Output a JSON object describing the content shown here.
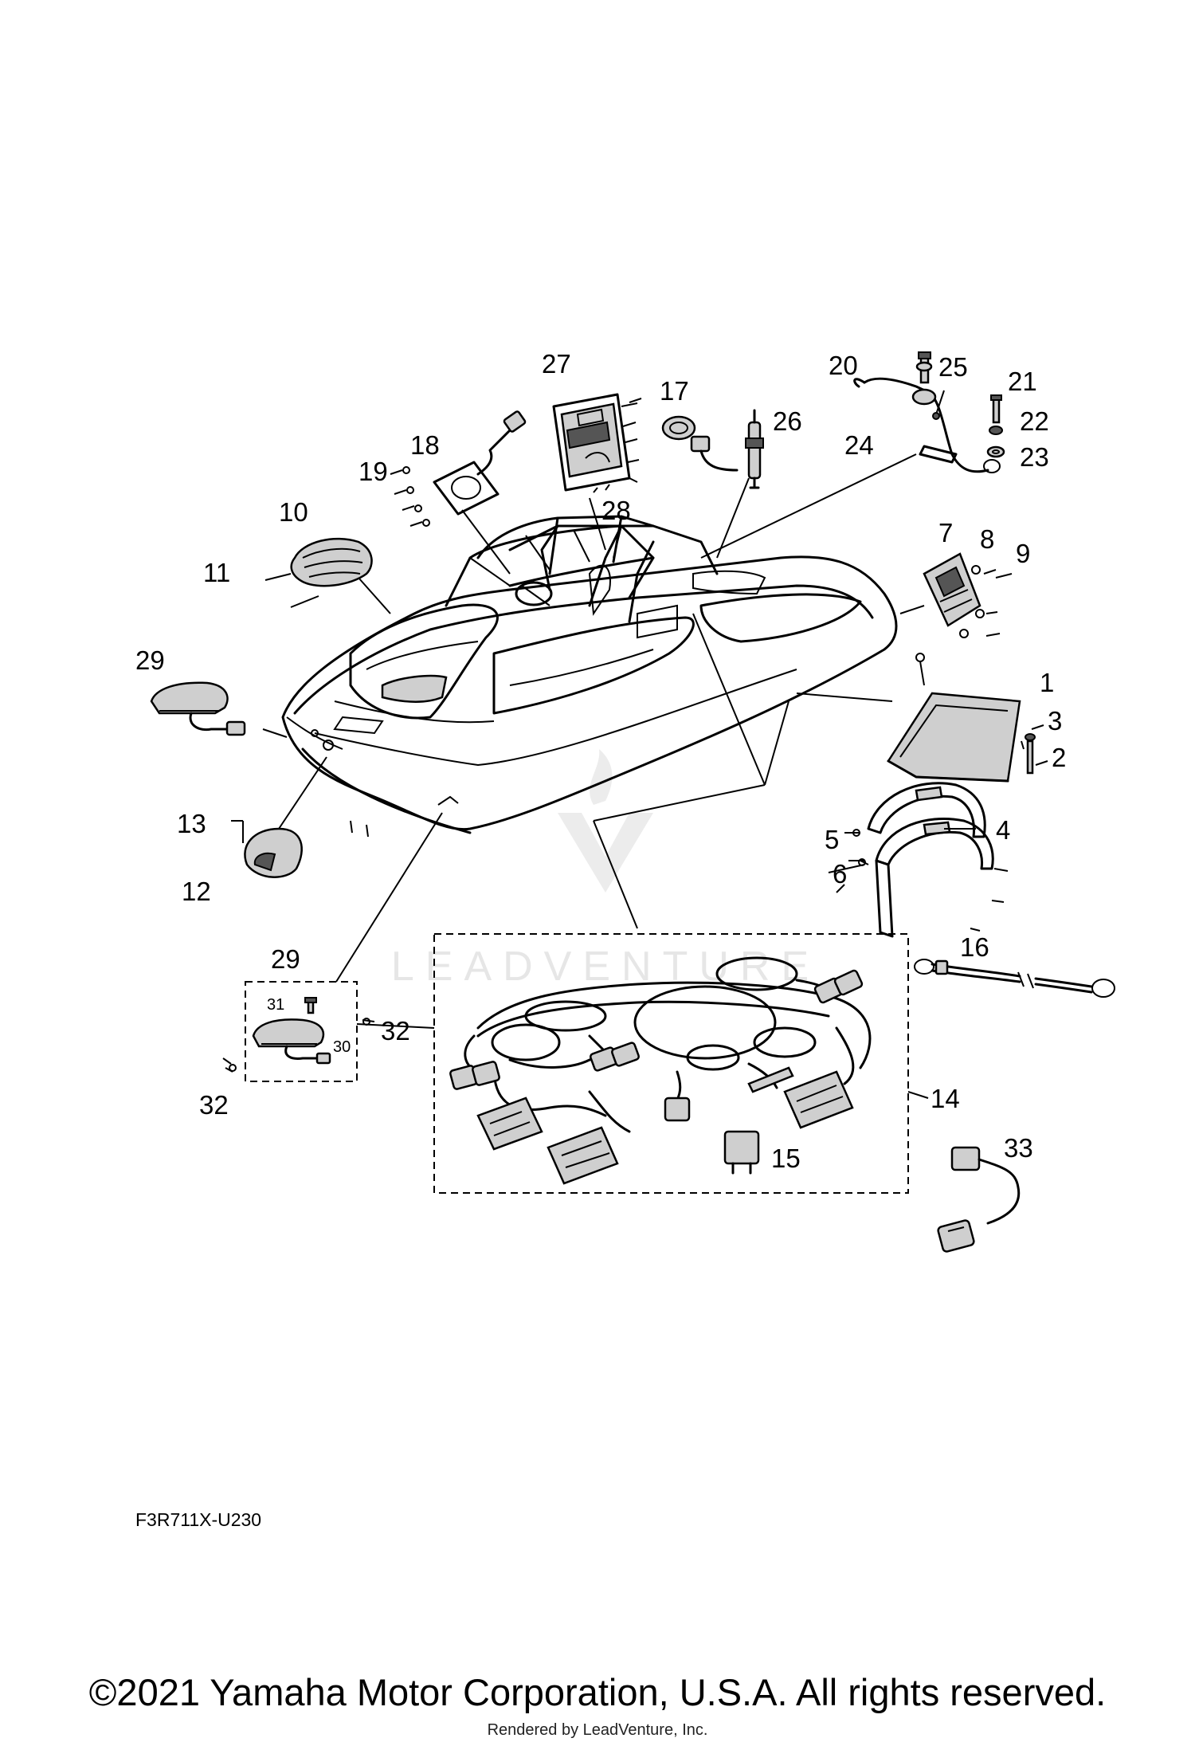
{
  "diagram": {
    "callouts": [
      "1",
      "2",
      "3",
      "4",
      "5",
      "6",
      "7",
      "8",
      "9",
      "10",
      "11",
      "12",
      "13",
      "14",
      "15",
      "16",
      "17",
      "18",
      "19",
      "20",
      "21",
      "22",
      "23",
      "24",
      "25",
      "26",
      "27",
      "28",
      "29",
      "29",
      "30",
      "31",
      "32",
      "32",
      "33"
    ],
    "figure_code": "F3R711X-U230",
    "watermark": "LEADVENTURE"
  },
  "footer": {
    "copyright": "©2021 Yamaha Motor Corporation, U.S.A. All rights reserved.",
    "rendered_by": "Rendered by LeadVenture, Inc."
  }
}
